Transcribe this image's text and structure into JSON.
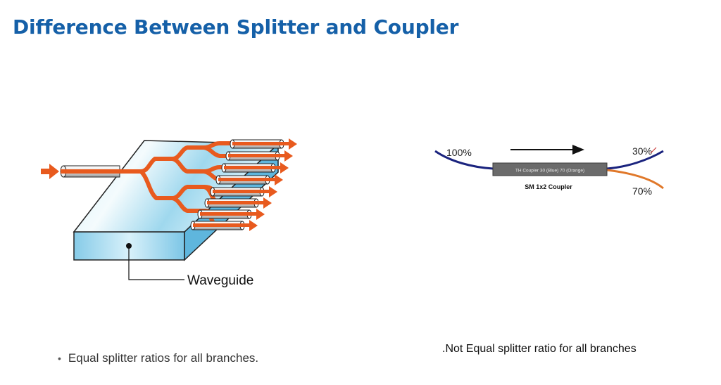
{
  "title": "Difference Between Splitter and Coupler",
  "splitter": {
    "waveguide_label": "Waveguide",
    "caption": "Equal splitter ratios for all branches.",
    "colors": {
      "light": "#e8f6fb",
      "mid": "#a8dcef",
      "dark": "#4aa8d2",
      "arrow": "#e85a1e"
    }
  },
  "coupler": {
    "input_label": "100%",
    "output_top_label": "30%",
    "output_bottom_label": "70%",
    "body_text": "TH Coupler 30 (Blue) 70 (Orange)",
    "sub_label": "SM 1x2 Coupler",
    "caption": ".Not Equal splitter ratio for all branches",
    "colors": {
      "blue_fiber": "#1a237e",
      "orange_fiber": "#e0782a",
      "body": "#666666"
    }
  }
}
